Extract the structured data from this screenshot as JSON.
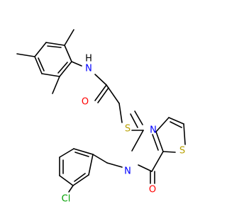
{
  "molecule": {
    "atom_labels": {
      "nh": "N",
      "h": "H",
      "o_amide": "O",
      "s_thioether": "S",
      "n_ring_top": "N",
      "n_ring_3": "N",
      "s_thiophene": "S",
      "o_ring": "O",
      "cl": "Cl"
    },
    "colors": {
      "bond": "#000000",
      "carbon": "#000000",
      "nitrogen": "#0000ff",
      "oxygen": "#ff0000",
      "sulfur": "#b8a000",
      "chlorine": "#00a000"
    }
  }
}
